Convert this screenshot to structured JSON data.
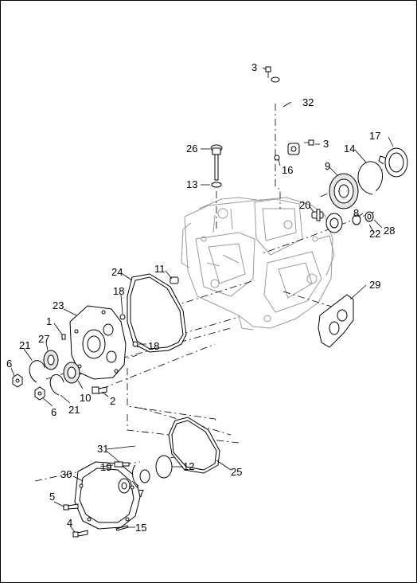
{
  "diagram": {
    "callouts": {
      "c1": "1",
      "c2": "2",
      "c3a": "3",
      "c3b": "3",
      "c4": "4",
      "c5": "5",
      "c6a": "6",
      "c6b": "6",
      "c7": "7",
      "c8": "8",
      "c9": "9",
      "c10": "10",
      "c11": "11",
      "c12": "12",
      "c13": "13",
      "c14": "14",
      "c15": "15",
      "c16": "16",
      "c17": "17",
      "c18a": "18",
      "c18b": "18",
      "c19": "19",
      "c20": "20",
      "c21a": "21",
      "c21b": "21",
      "c22": "22",
      "c23": "23",
      "c24": "24",
      "c25": "25",
      "c26": "26",
      "c27": "27",
      "c28": "28",
      "c29": "29",
      "c30": "30",
      "c31": "31",
      "c32": "32"
    }
  }
}
